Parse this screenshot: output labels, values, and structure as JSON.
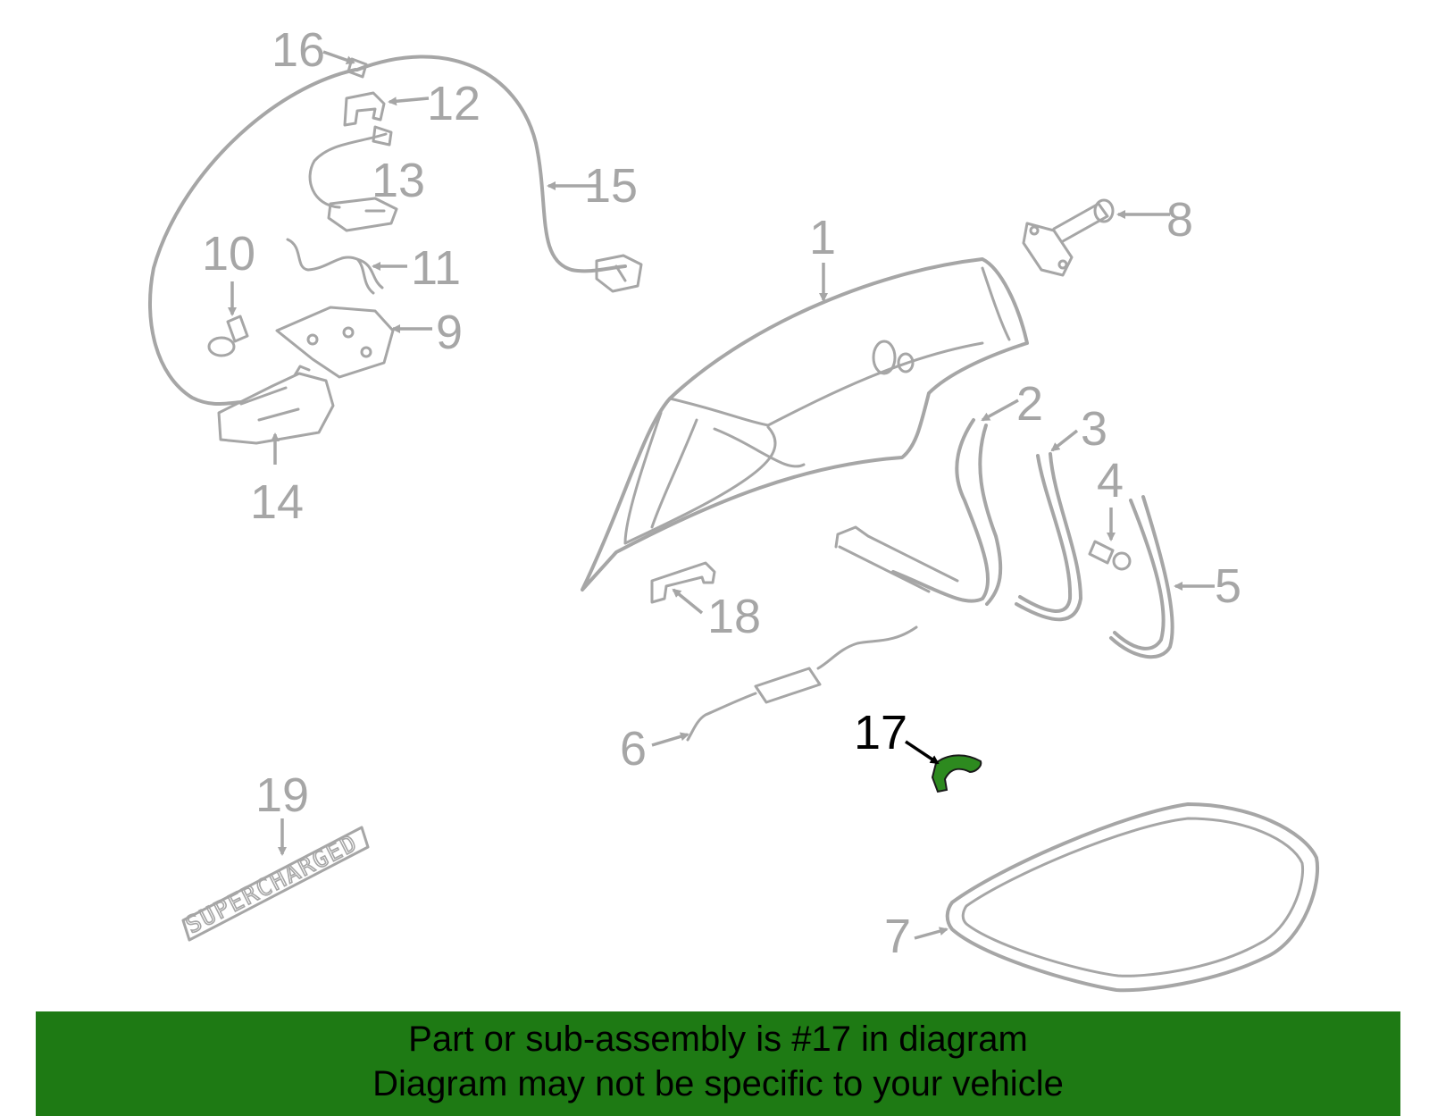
{
  "callouts": {
    "c1": "1",
    "c2": "2",
    "c3": "3",
    "c4": "4",
    "c5": "5",
    "c6": "6",
    "c7": "7",
    "c8": "8",
    "c9": "9",
    "c10": "10",
    "c11": "11",
    "c12": "12",
    "c13": "13",
    "c14": "14",
    "c15": "15",
    "c16": "16",
    "c17": "17",
    "c18": "18",
    "c19": "19"
  },
  "emblem": {
    "text": "SUPERCHARGED"
  },
  "highlight": {
    "part": "17",
    "color": "#2d8a1f"
  },
  "banner": {
    "line1": "Part or sub-assembly is #17 in diagram",
    "line2": "Diagram may not be specific to your vehicle",
    "color": "#1e7a14"
  }
}
